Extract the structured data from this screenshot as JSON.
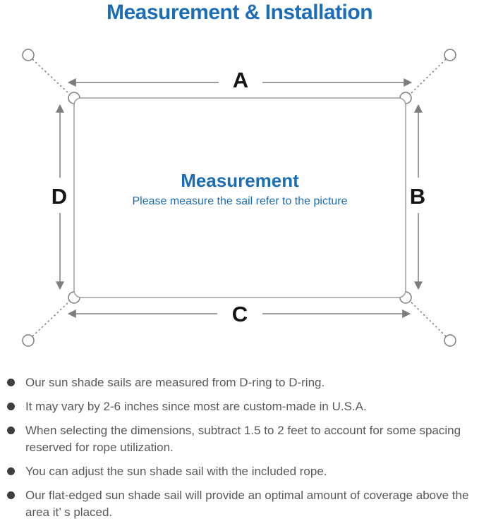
{
  "title": "Measurement & Installation",
  "colors": {
    "accent_blue": "#1b6db6",
    "line_gray": "#7d7d7d",
    "outline_gray": "#9e9e9e",
    "label_black": "#141414",
    "text_gray": "#58595b",
    "bullet_gray": "#3f3f3f"
  },
  "diagram": {
    "center_title": "Measurement",
    "center_subtitle": "Please measure the sail refer to the picture",
    "labels": {
      "top": "A",
      "right": "B",
      "bottom": "C",
      "left": "D"
    }
  },
  "bullets": {
    "items": [
      "Our sun shade sails are measured from D-ring to D-ring.",
      "It may vary by 2-6 inches since most are custom-made in U.S.A.",
      "When selecting the dimensions, subtract 1.5 to 2 feet to account for some spacing reserved for rope utilization.",
      "You can adjust the sun shade sail with the included rope.",
      "Our flat-edged sun shade sail will provide an optimal amount of coverage above the area it’ s placed."
    ]
  }
}
